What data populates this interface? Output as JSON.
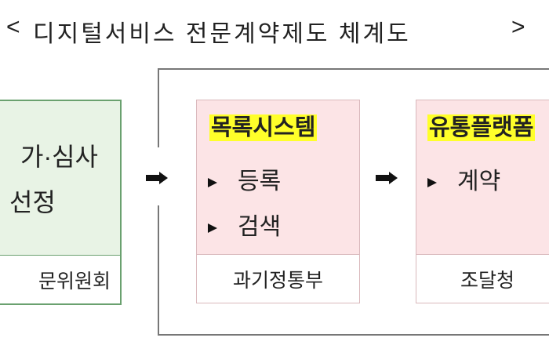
{
  "title": {
    "open": "<",
    "text": "디지털서비스 전문계약제도 체계도",
    "close": ">"
  },
  "stages": [
    {
      "line1": "가·심사",
      "line2": "선정",
      "footer": "문위원회",
      "color": "#e8f3e5"
    },
    {
      "heading": "목록시스템",
      "items": [
        "등록",
        "검색"
      ],
      "footer": "과기정통부",
      "color": "#fce4e6"
    },
    {
      "heading": "유통플랫폼",
      "items": [
        "계약"
      ],
      "footer": "조달청",
      "color": "#fce4e6"
    }
  ],
  "highlight_color": "#ffff2a"
}
